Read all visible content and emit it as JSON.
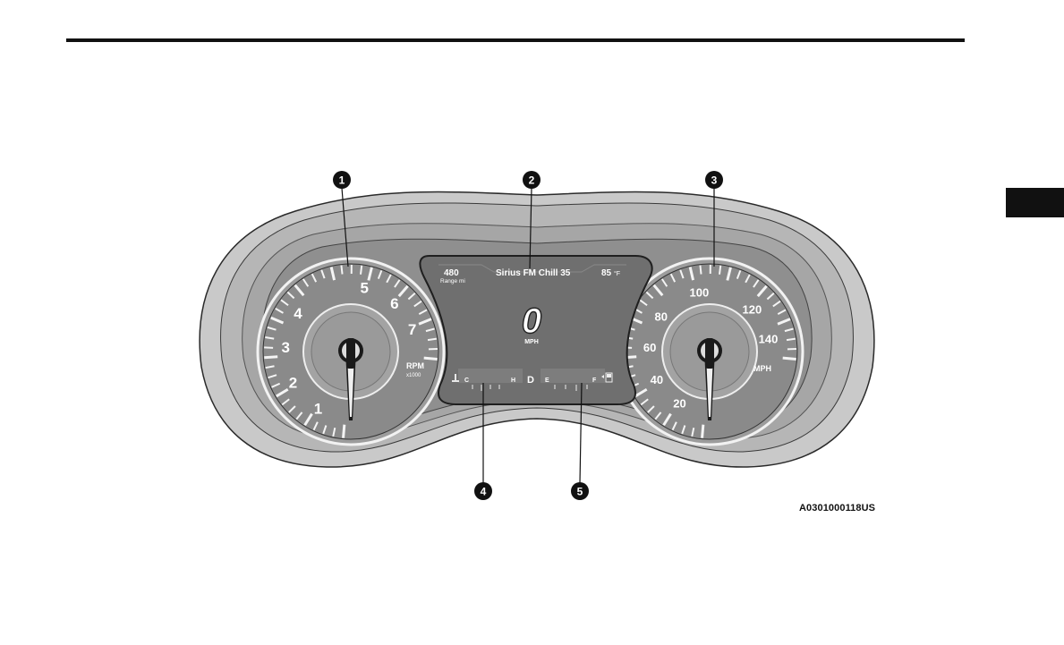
{
  "figure_code": "A0301000118US",
  "callouts": [
    "1",
    "2",
    "3",
    "4",
    "5"
  ],
  "tachometer": {
    "numerals": [
      "1",
      "2",
      "3",
      "4",
      "5",
      "6",
      "7"
    ],
    "unit_label": "RPM",
    "unit_sub": "x1000"
  },
  "speedometer": {
    "numerals": [
      "20",
      "40",
      "60",
      "80",
      "100",
      "120",
      "140"
    ],
    "unit_label": "MPH"
  },
  "display": {
    "range_value": "480",
    "range_label": "Range mi",
    "media_text": "Sirius FM Chill 35",
    "temperature_value": "85",
    "temperature_unit": "°F",
    "speed_value": "0",
    "speed_unit": "MPH",
    "gear": "D",
    "temp_gauge_cold": "C",
    "temp_gauge_hot": "H",
    "fuel_gauge_empty": "E",
    "fuel_gauge_full": "F",
    "coolant_icon": "coolant-temperature-icon",
    "fuel_icon": "fuel-pump-icon"
  },
  "colors": {
    "bezel_outer": "#c9c9c9",
    "bezel_mid": "#b4b4b4",
    "face": "#8f8f8f",
    "screen": "#6f6f6f",
    "screen_text": "#ffffff",
    "callout_bg": "#111111"
  }
}
